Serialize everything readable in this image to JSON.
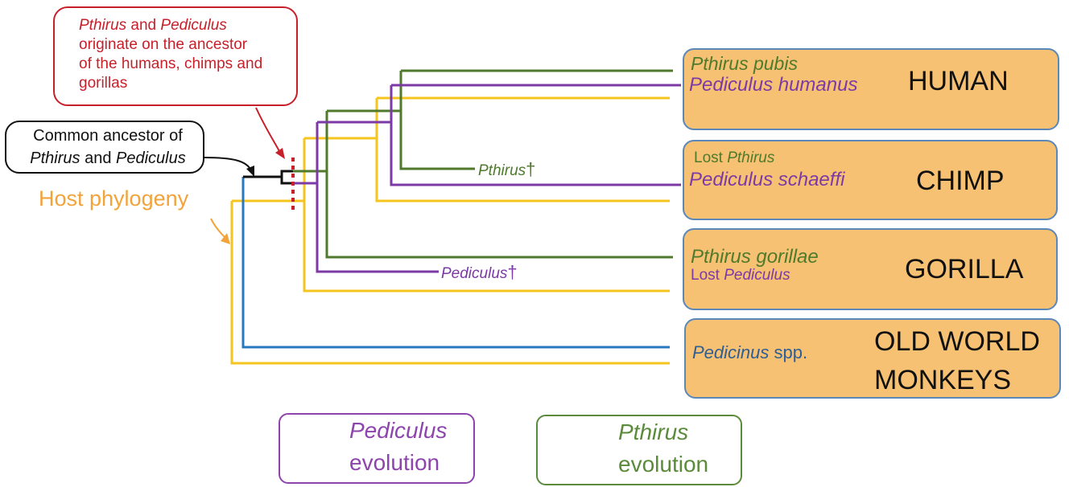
{
  "colors": {
    "host": "#f5c41e",
    "pediculus": "#7c3aa6",
    "pthirus": "#4f7a2c",
    "pedicinus": "#2878c0",
    "ancestor": "#111111",
    "origin_marker": "#c8202a",
    "box_fill": "#f6c172",
    "box_border": "#5b88b8",
    "host_label": "#f2a33a"
  },
  "callouts": {
    "origin": {
      "genus1": "Pthirus",
      "and": " and ",
      "genus2": "Pediculus",
      "line2": "originate on the ancestor",
      "line3": "of the humans, chimps and",
      "line4": "gorillas"
    },
    "ancestor": {
      "line1": "Common ancestor of",
      "genus1": "Pthirus",
      "and": " and ",
      "genus2": "Pediculus"
    }
  },
  "host_phylogeny_label": "Host phylogeny",
  "extinct_labels": {
    "pthirus": "Pthirus",
    "pediculus": "Pediculus",
    "dagger": "†"
  },
  "hosts": [
    {
      "name": "HUMAN",
      "lice": [
        {
          "genus": "Pthirus pubis"
        },
        {
          "genus": "Pediculus humanus"
        }
      ]
    },
    {
      "name": "CHIMP",
      "lice": [
        {
          "prefix": "Lost ",
          "genus": "Pthirus"
        },
        {
          "genus": "Pediculus schaeffi"
        }
      ]
    },
    {
      "name": "GORILLA",
      "lice": [
        {
          "genus": "Pthirus gorillae"
        },
        {
          "prefix": "Lost ",
          "genus": "Pediculus"
        }
      ]
    },
    {
      "name_line1": "OLD WORLD",
      "name_line2": "MONKEYS",
      "lice": [
        {
          "genus": "Pedicinus",
          "suffix": " spp."
        }
      ]
    }
  ],
  "legend": {
    "pediculus": {
      "genus": "Pediculus",
      "word": "evolution"
    },
    "pthirus": {
      "genus": "Pthirus",
      "word": "evolution"
    }
  }
}
